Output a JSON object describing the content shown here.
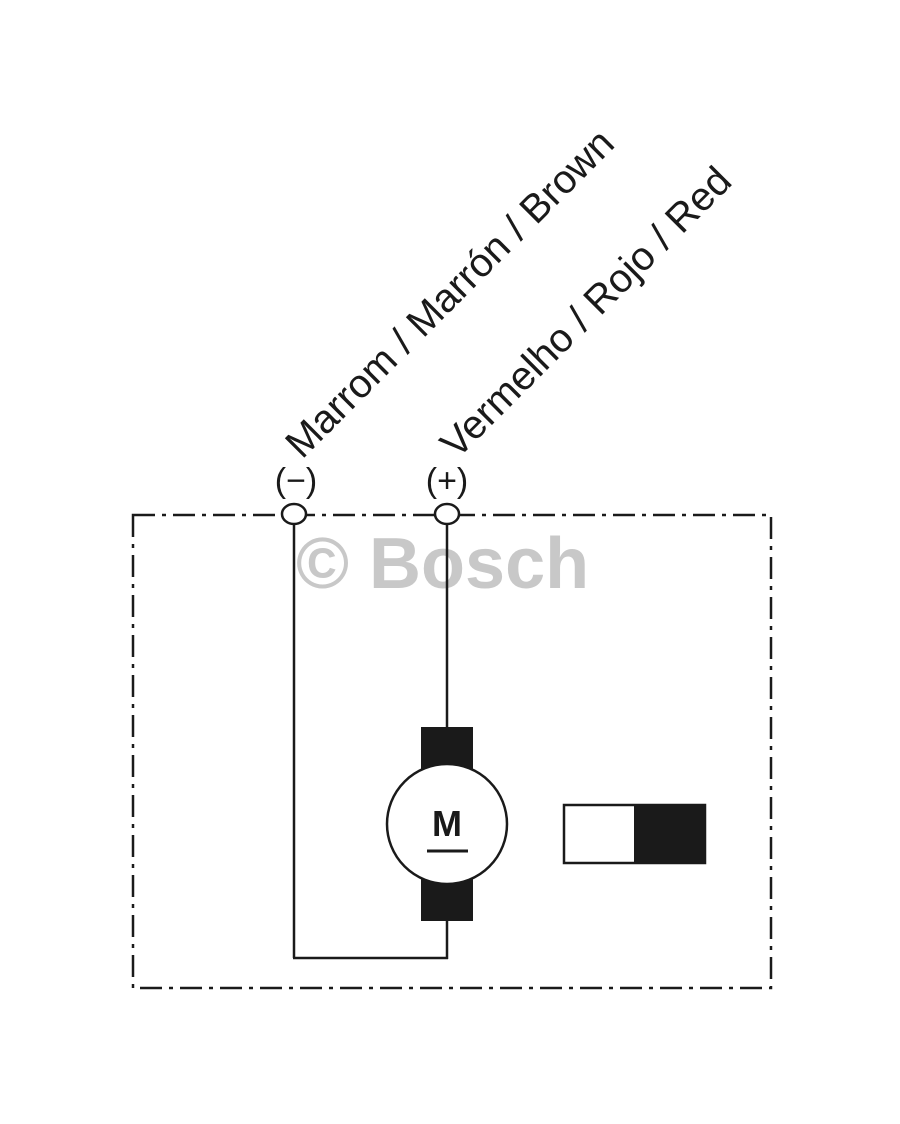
{
  "terminals": {
    "negative": {
      "symbol": "(−)",
      "wire_label": "Marrom / Marrón / Brown"
    },
    "positive": {
      "symbol": "(+)",
      "wire_label": "Vermelho / Rojo / Red"
    }
  },
  "motor": {
    "letter": "M"
  },
  "watermark": {
    "text": "© Bosch"
  },
  "colors": {
    "line": "#1a1a1a",
    "watermark": "#c8c8c8",
    "background": "#ffffff"
  }
}
